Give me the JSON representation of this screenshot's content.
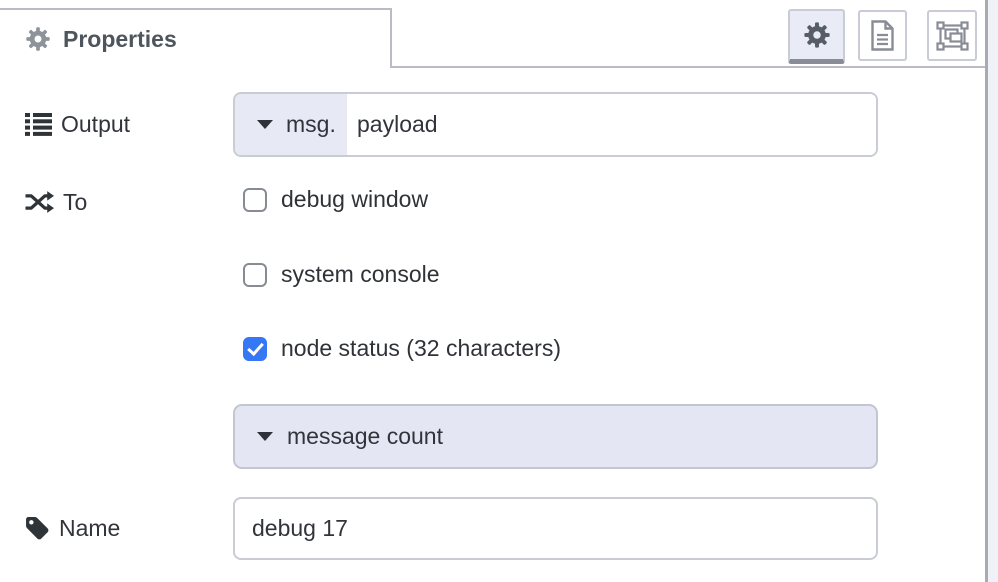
{
  "header": {
    "title": "Properties",
    "tabs": [
      {
        "id": "properties",
        "icon": "gear-icon",
        "active": true
      },
      {
        "id": "description",
        "icon": "document-icon",
        "active": false
      },
      {
        "id": "appearance",
        "icon": "appearance-icon",
        "active": false
      }
    ]
  },
  "form": {
    "output": {
      "label": "Output",
      "icon": "list-icon",
      "property_type": "msg.",
      "value": "payload"
    },
    "to": {
      "label": "To",
      "icon": "shuffle-icon",
      "checkboxes": [
        {
          "label": "debug window",
          "checked": false
        },
        {
          "label": "system console",
          "checked": false
        },
        {
          "label": "node status (32 characters)",
          "checked": true
        }
      ]
    },
    "status_source": {
      "value": "message count"
    },
    "name": {
      "label": "Name",
      "icon": "tag-icon",
      "value": "debug 17"
    }
  },
  "colors": {
    "accent_lavender": "#e7e9f4",
    "checkbox_checked": "#3478f6",
    "input_border": "#c9ccd4",
    "header_border": "#b9bcc3",
    "label_text": "#31353b",
    "header_text": "#4e555d"
  }
}
